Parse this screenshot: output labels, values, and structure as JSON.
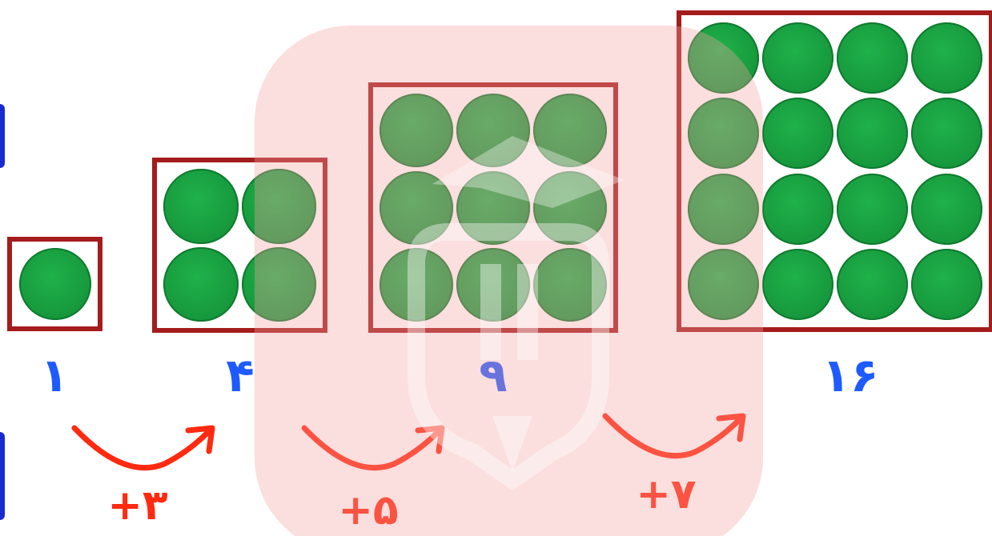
{
  "figures": [
    {
      "count": "۱",
      "grid": 1
    },
    {
      "count": "۴",
      "grid": 2
    },
    {
      "count": "۹",
      "grid": 3
    },
    {
      "count": "۱۶",
      "grid": 4
    }
  ],
  "increments": [
    "+۳",
    "+۵",
    "+۷"
  ],
  "colors": {
    "frame": "#a51c1c",
    "circle": "#16983c",
    "number": "#1e5bff",
    "increment": "#ff2a10",
    "watermark": "#f8c8c8"
  },
  "icons": [
    "curved-arrow-icon",
    "watermark-logo-icon"
  ]
}
